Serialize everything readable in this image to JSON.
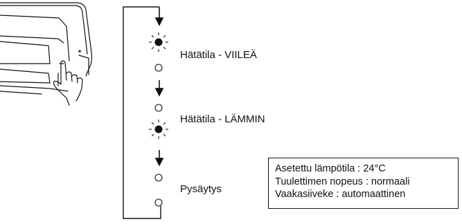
{
  "steps": [
    {
      "label": "Hätätila - VIILEÄ",
      "indicator": "blinking"
    },
    {
      "label": "Hätätila - LÄMMIN",
      "indicator": "blinking"
    },
    {
      "label": "Pysäytys",
      "indicator": "off"
    }
  ],
  "info_box": {
    "lines": [
      "Asetettu lämpötila : 24°C",
      "Tuulettimen nopeus : normaali",
      "Vaakasiiveke : automaattinen"
    ]
  },
  "colors": {
    "line": "#111111",
    "background": "#ffffff"
  }
}
